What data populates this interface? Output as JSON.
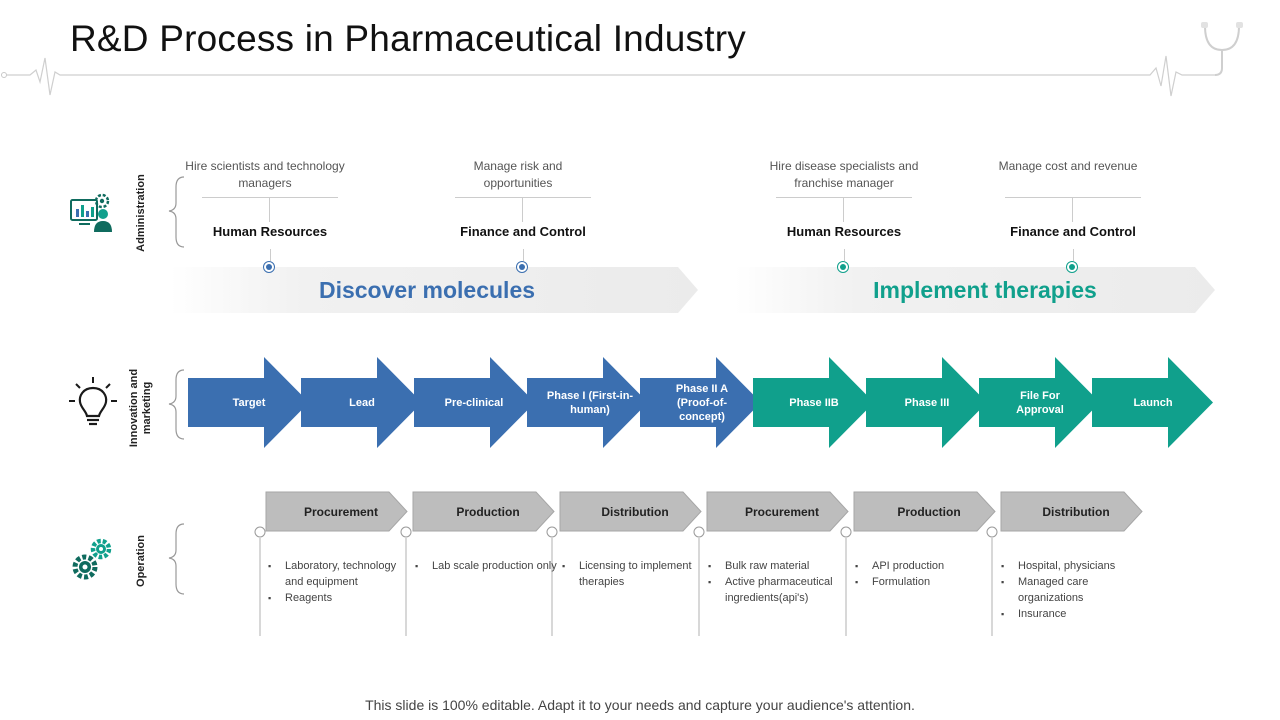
{
  "title": "R&D Process in Pharmaceutical Industry",
  "footer": "This slide is 100% editable. Adapt it to your needs and capture your audience's attention.",
  "colors": {
    "blue": "#3b6fb0",
    "teal": "#10a08c",
    "gray": "#bdbdbd"
  },
  "rows": {
    "administration": {
      "label": "Administration",
      "icon": "monitor-analyst-gear-icon"
    },
    "innovation": {
      "label_line1": "Innovation and",
      "label_line2": "marketing",
      "icon": "lightbulb-icon"
    },
    "operation": {
      "label": "Operation",
      "icon": "gears-icon"
    }
  },
  "administration": [
    {
      "desc_line1": "Hire scientists and technology",
      "desc_line2": "managers",
      "heading": "Human Resources",
      "color": "blue"
    },
    {
      "desc_line1": "Manage risk and",
      "desc_line2": "opportunities",
      "heading": "Finance and Control",
      "color": "blue"
    },
    {
      "desc_line1": "Hire disease specialists and",
      "desc_line2": "franchise manager",
      "heading": "Human Resources",
      "color": "teal"
    },
    {
      "desc_line1": "Manage cost and revenue",
      "desc_line2": "",
      "heading": "Finance and Control",
      "color": "teal"
    }
  ],
  "bands": [
    {
      "text": "Discover molecules",
      "color": "blue"
    },
    {
      "text": "Implement therapies",
      "color": "teal"
    }
  ],
  "stages": [
    {
      "label": "Target",
      "color": "blue"
    },
    {
      "label": "Lead",
      "color": "blue"
    },
    {
      "label": "Pre-clinical",
      "color": "blue"
    },
    {
      "label": "Phase I (First-in-human)",
      "color": "blue"
    },
    {
      "label": "Phase II A (Proof-of-concept)",
      "color": "blue"
    },
    {
      "label": "Phase IIB",
      "color": "teal"
    },
    {
      "label": "Phase III",
      "color": "teal"
    },
    {
      "label": "File For Approval",
      "color": "teal"
    },
    {
      "label": "Launch",
      "color": "teal"
    }
  ],
  "operations": [
    {
      "label": "Procurement",
      "items": [
        "Laboratory, technology and equipment",
        "Reagents"
      ]
    },
    {
      "label": "Production",
      "items": [
        "Lab scale production only"
      ]
    },
    {
      "label": "Distribution",
      "items": [
        "Licensing to implement therapies"
      ]
    },
    {
      "label": "Procurement",
      "items": [
        "Bulk raw material",
        "Active pharmaceutical ingredients(api's)"
      ]
    },
    {
      "label": "Production",
      "items": [
        "API production",
        "Formulation"
      ]
    },
    {
      "label": "Distribution",
      "items": [
        "Hospital, physicians",
        "Managed care organizations",
        "Insurance"
      ]
    }
  ]
}
